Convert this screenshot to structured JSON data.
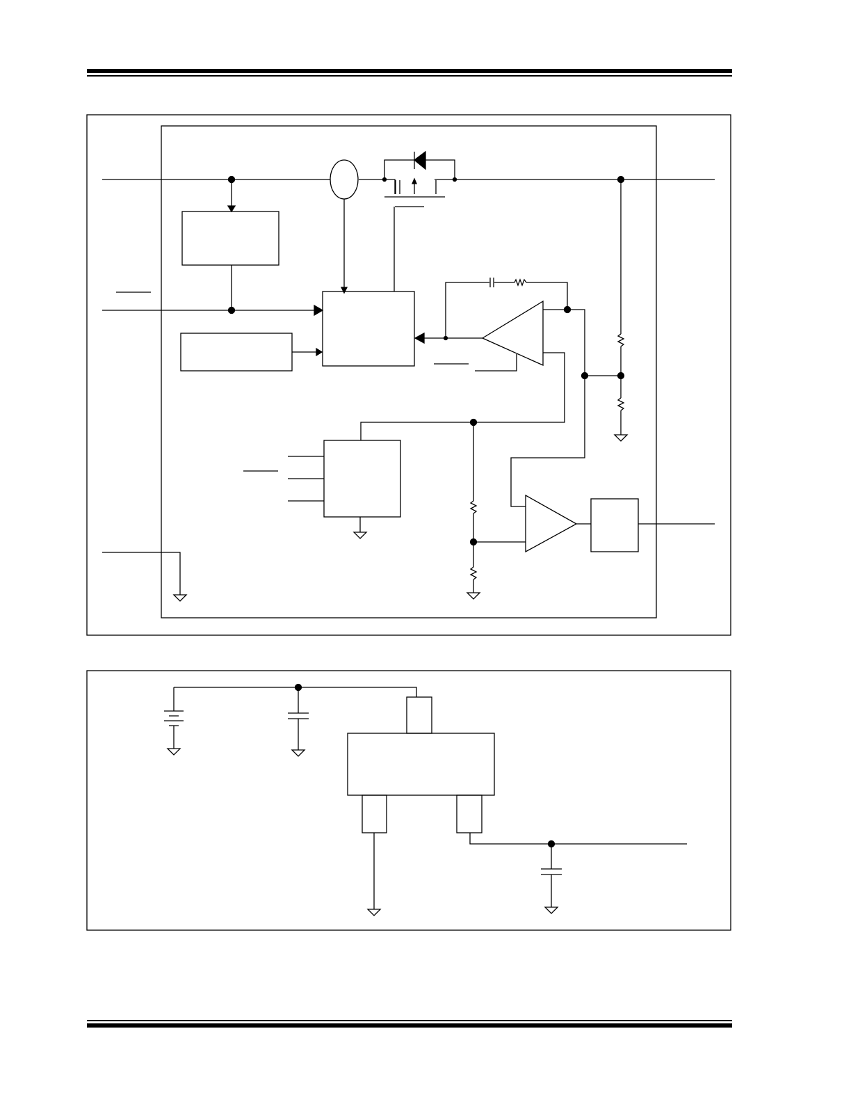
{
  "document": {
    "header_rule": "double",
    "footer_rule": "double"
  },
  "figures": [
    {
      "id": "block-diagram",
      "caption": "",
      "labels": []
    },
    {
      "id": "typical-application",
      "caption": "",
      "labels": []
    }
  ],
  "colors": {
    "ink": "#000000",
    "paper": "#ffffff"
  }
}
